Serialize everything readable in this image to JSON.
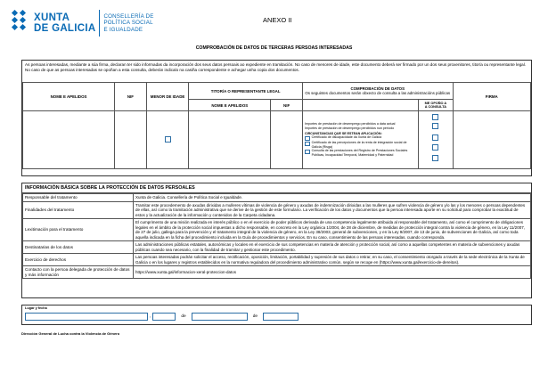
{
  "header": {
    "logo_main_1": "XUNTA",
    "logo_main_2": "DE GALICIA",
    "logo_sub_1": "CONSELLERÍA DE",
    "logo_sub_2": "POLÍTICA SOCIAL",
    "logo_sub_3": "E IGUALDADE",
    "annex": "ANEXO II",
    "title": "COMPROBACIÓN DE DATOS DE TERCERAS PERSOAS INTERESADAS"
  },
  "intro": "As persoas interesadas, mediante a súa firma, declaran ter sido informadas da incorporación dos seus datos persoais ao expediente en tramitación. No caso de menores de idade, este documento deberá ser firmado por un dos seus proxenitores, titor/a ou representante legal. No caso de que as persoas interesadas se opoñan a esta consulta, deberán indicalo na casiña correspondente e achegar unha copia dos documentos.",
  "table1": {
    "name": "NOME E APELIDOS",
    "nif": "NIF",
    "minor": "MENOR DE IDADE",
    "tutor": "TITOR/A O REPRESENTANTE LEGAL",
    "tutor_name": "NOME E APELIDOS",
    "tutor_nif": "NIF",
    "check_1": "COMPROBACIÓN DE DATOS",
    "check_2": "Os seguintes documentos serán obxecto de consulta a las administracións públicas",
    "oppose_1": "ME OPOÑO A",
    "oppose_2": "A CONSULTA",
    "signature": "FIRMA",
    "consult_1": "Importes de prestación de desemprego percibidos a data actual",
    "consult_2": "Importes de prestación de desemprego percibidos nun período",
    "circ_title": "CIRCUNSTANCIAS QUE SE ESTEAN APLICACIÓN:",
    "circ_1": "Certificado de discapacidade da Xunta de Galicia",
    "circ_2": "Certificado de las percepciones de la renta de integración social de Galicia (Risga)",
    "circ_3": "Consulta de las prestaciones del Registro de Prestaciones Sociales Públicas, Incapacidad Temporal, Maternidad y Paternidad"
  },
  "protection": {
    "heading": "INFORMACIÓN BÁSICA SOBRE LA PROTECCIÓN DE DATOS PERSOALES",
    "rows": [
      {
        "k": "Responsable del tratamento",
        "v": "Xunta de Galicia. Consellería de Política Social e Igualdade."
      },
      {
        "k": "Finalidades del tratamento",
        "v": "Tramitar este procedemento de axudas dirixidas a mulleres vítimas de violencia de género y axudas de indemnización dirixidas a las mulleres que sufren violencia de género y/o las y los menores o persoas dependentes de ellas, así como la tramitación administrativa que se derive de la gestión de este formulario. La verificación de los datos y documentos que la persoa interesada aporte en su solicitud para comprobar la exactitud de estos y la actualización de la información y contenidos de la Carpeta cidadana."
      },
      {
        "k": "Lexitimación para el tratamento",
        "v": "El cumprimento de una misión realizada en interés público o en el exercicio de poder públicos derivada de una competencia legalmente atribuida al responsable del tratamento, así como el cumprimento de obligaciones legales en el ámbito de la protección social impuestas a dicho responsable, en concreto en la Ley orgánica 1/2004, de 28 de diciembre, de medidas de protección integral contra la violencia de género, en la Ley 11/2007, de 27 de julio, gallega para la prevención y el tratamento integral de la violencia de género, en la Ley 38/2003, general de subvenciones, y en la Ley 9/2007, de 13 de junio, de subvenciones de Galicia, así como toda aquella indicada en la ficha del procedimiento incluida en la Guía de procedimientos y servicios. En su caso, consentimiento de las persoas interesadas, cuando corresponda."
      },
      {
        "k": "Destinatarias de los datos",
        "v": "Las administraciones públicas estatales, autonómicas y locales en el exercicio de sus competencias en materia de atención y protección social, así como a aquellas competentes en materia de subvenciones y axudas públicas cuando sea necesario, con la finalidad de tramitar y gestionar este procedimento."
      },
      {
        "k": "Exercicio de derechos",
        "v": "Las persoas interesadas podrán solicitar el acceso, rectificación, oposición, limitación, portabilidad y supresión de sus datos o retirar, en su caso, el consentimiento otorgado a través de la sede electrónica de la Xunta de Galicia o en los lugares y registros establecidos en la normativa reguladora del procedimiento administrativo común, según se recoge en (https://www.xunta.gal/exercicio-de-dereitos)."
      },
      {
        "k": "Contacto con la persoa delegada de protección de datos y más información",
        "v": "https://www.xunta.gal/informacion-xeral-proteccion-datos"
      }
    ]
  },
  "place_date": {
    "label": "Lugar y fecha",
    "comma": ",",
    "de1": "de",
    "de2": "de"
  },
  "footer": "Dirección General de Lucha contra la Violencia de Género"
}
